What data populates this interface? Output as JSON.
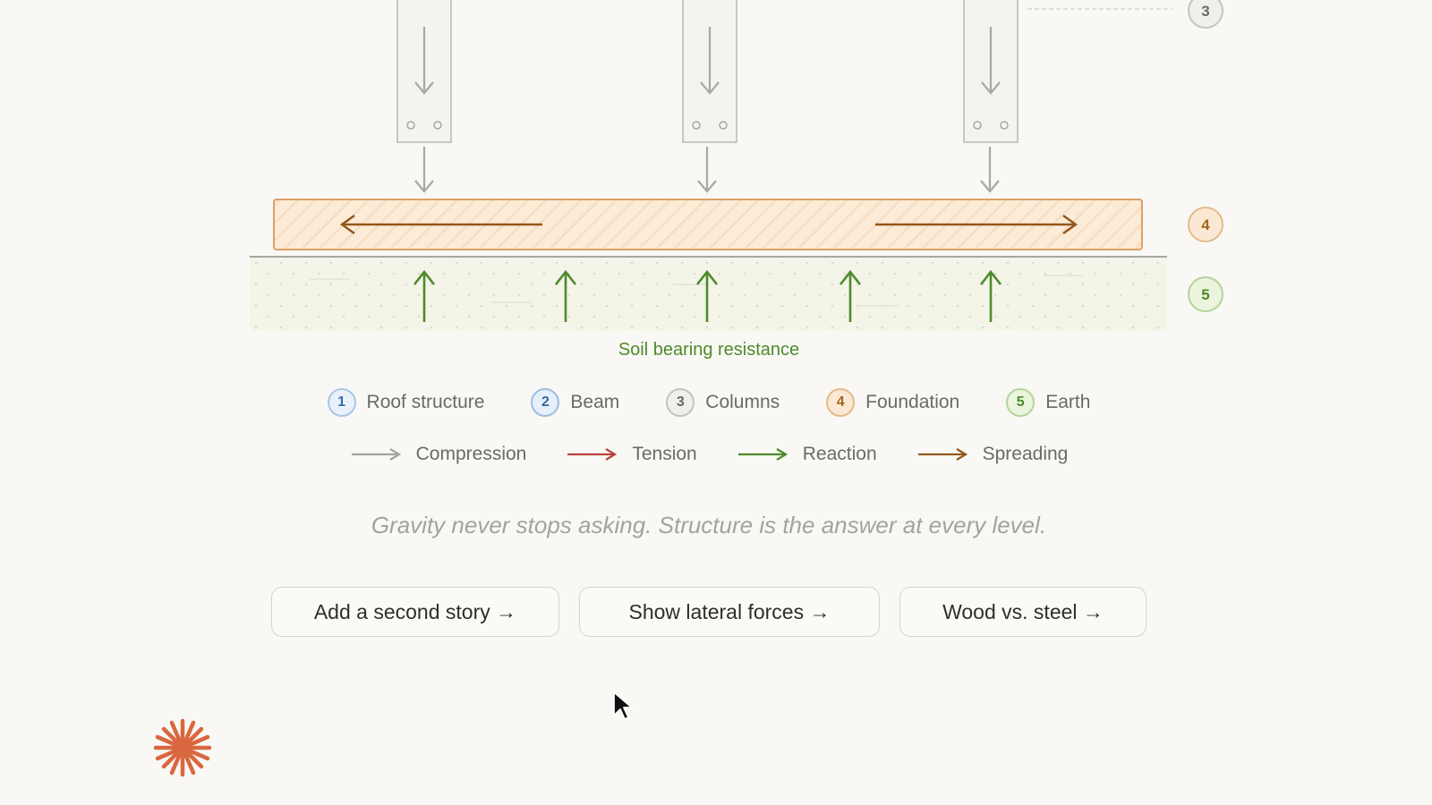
{
  "diagram": {
    "side_badges": [
      "3",
      "4",
      "5"
    ],
    "soil_label": "Soil bearing resistance"
  },
  "legend": [
    {
      "num": "1",
      "label": "Roof structure",
      "color": "#3a6ea8"
    },
    {
      "num": "2",
      "label": "Beam",
      "color": "#3868a0"
    },
    {
      "num": "3",
      "label": "Columns",
      "color": "#6a6a64"
    },
    {
      "num": "4",
      "label": "Foundation",
      "color": "#a5651f"
    },
    {
      "num": "5",
      "label": "Earth",
      "color": "#4d8a2a"
    }
  ],
  "arrow_legend": [
    {
      "label": "Compression",
      "color": "#a3a39e"
    },
    {
      "label": "Tension",
      "color": "#b5453a"
    },
    {
      "label": "Reaction",
      "color": "#4f8a2c"
    },
    {
      "label": "Spreading",
      "color": "#93571c"
    }
  ],
  "tagline": "Gravity never stops asking. Structure is the answer at every level.",
  "buttons": [
    {
      "label": "Add a second story →"
    },
    {
      "label": "Show lateral forces →"
    },
    {
      "label": "Wood vs. steel →"
    }
  ],
  "icons": {
    "cursor": "cursor-arrow-icon",
    "logo": "asterisk-logo-icon"
  }
}
